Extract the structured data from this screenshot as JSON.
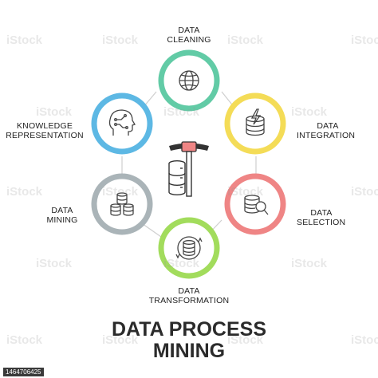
{
  "title": {
    "line1": "DATA PROCESS",
    "line2": "MINING"
  },
  "steps": [
    {
      "line1": "DATA",
      "line2": "CLEANING",
      "color": "#62cba6",
      "icon": "globe-icon"
    },
    {
      "line1": "DATA",
      "line2": "INTEGRATION",
      "color": "#f4dc57",
      "icon": "database-lightning-icon"
    },
    {
      "line1": "DATA",
      "line2": "SELECTION",
      "color": "#ef8585",
      "icon": "database-magnifier-icon"
    },
    {
      "line1": "DATA",
      "line2": "TRANSFORMATION",
      "color": "#a2dc5c",
      "icon": "database-cycle-icon"
    },
    {
      "line1": "DATA",
      "line2": "MINING",
      "color": "#aab4b8",
      "icon": "database-stack-icon"
    },
    {
      "line1": "KNOWLEDGE",
      "line2": "REPRESENTATION",
      "color": "#5db8e4",
      "icon": "brain-head-icon"
    }
  ],
  "center_icon": "pickaxe-database-icon",
  "watermark": "iStock",
  "image_id": "1464706425"
}
